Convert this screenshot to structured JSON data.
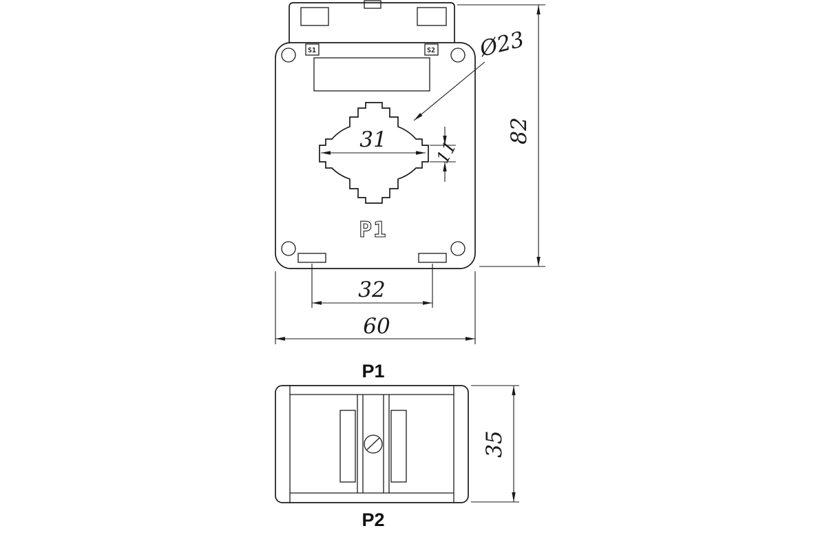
{
  "drawing": {
    "front_view": {
      "terminal_left": "S1",
      "terminal_right": "S2",
      "polarity_label": "P1",
      "dim_aperture_diameter": "Ø23",
      "dim_window_width": "31",
      "dim_slot_height": "11",
      "dim_slot_spacing": "32",
      "dim_overall_width": "60",
      "dim_overall_height": "82"
    },
    "bottom_view": {
      "label_top": "P1",
      "label_bottom": "P2",
      "dim_depth": "35"
    }
  }
}
